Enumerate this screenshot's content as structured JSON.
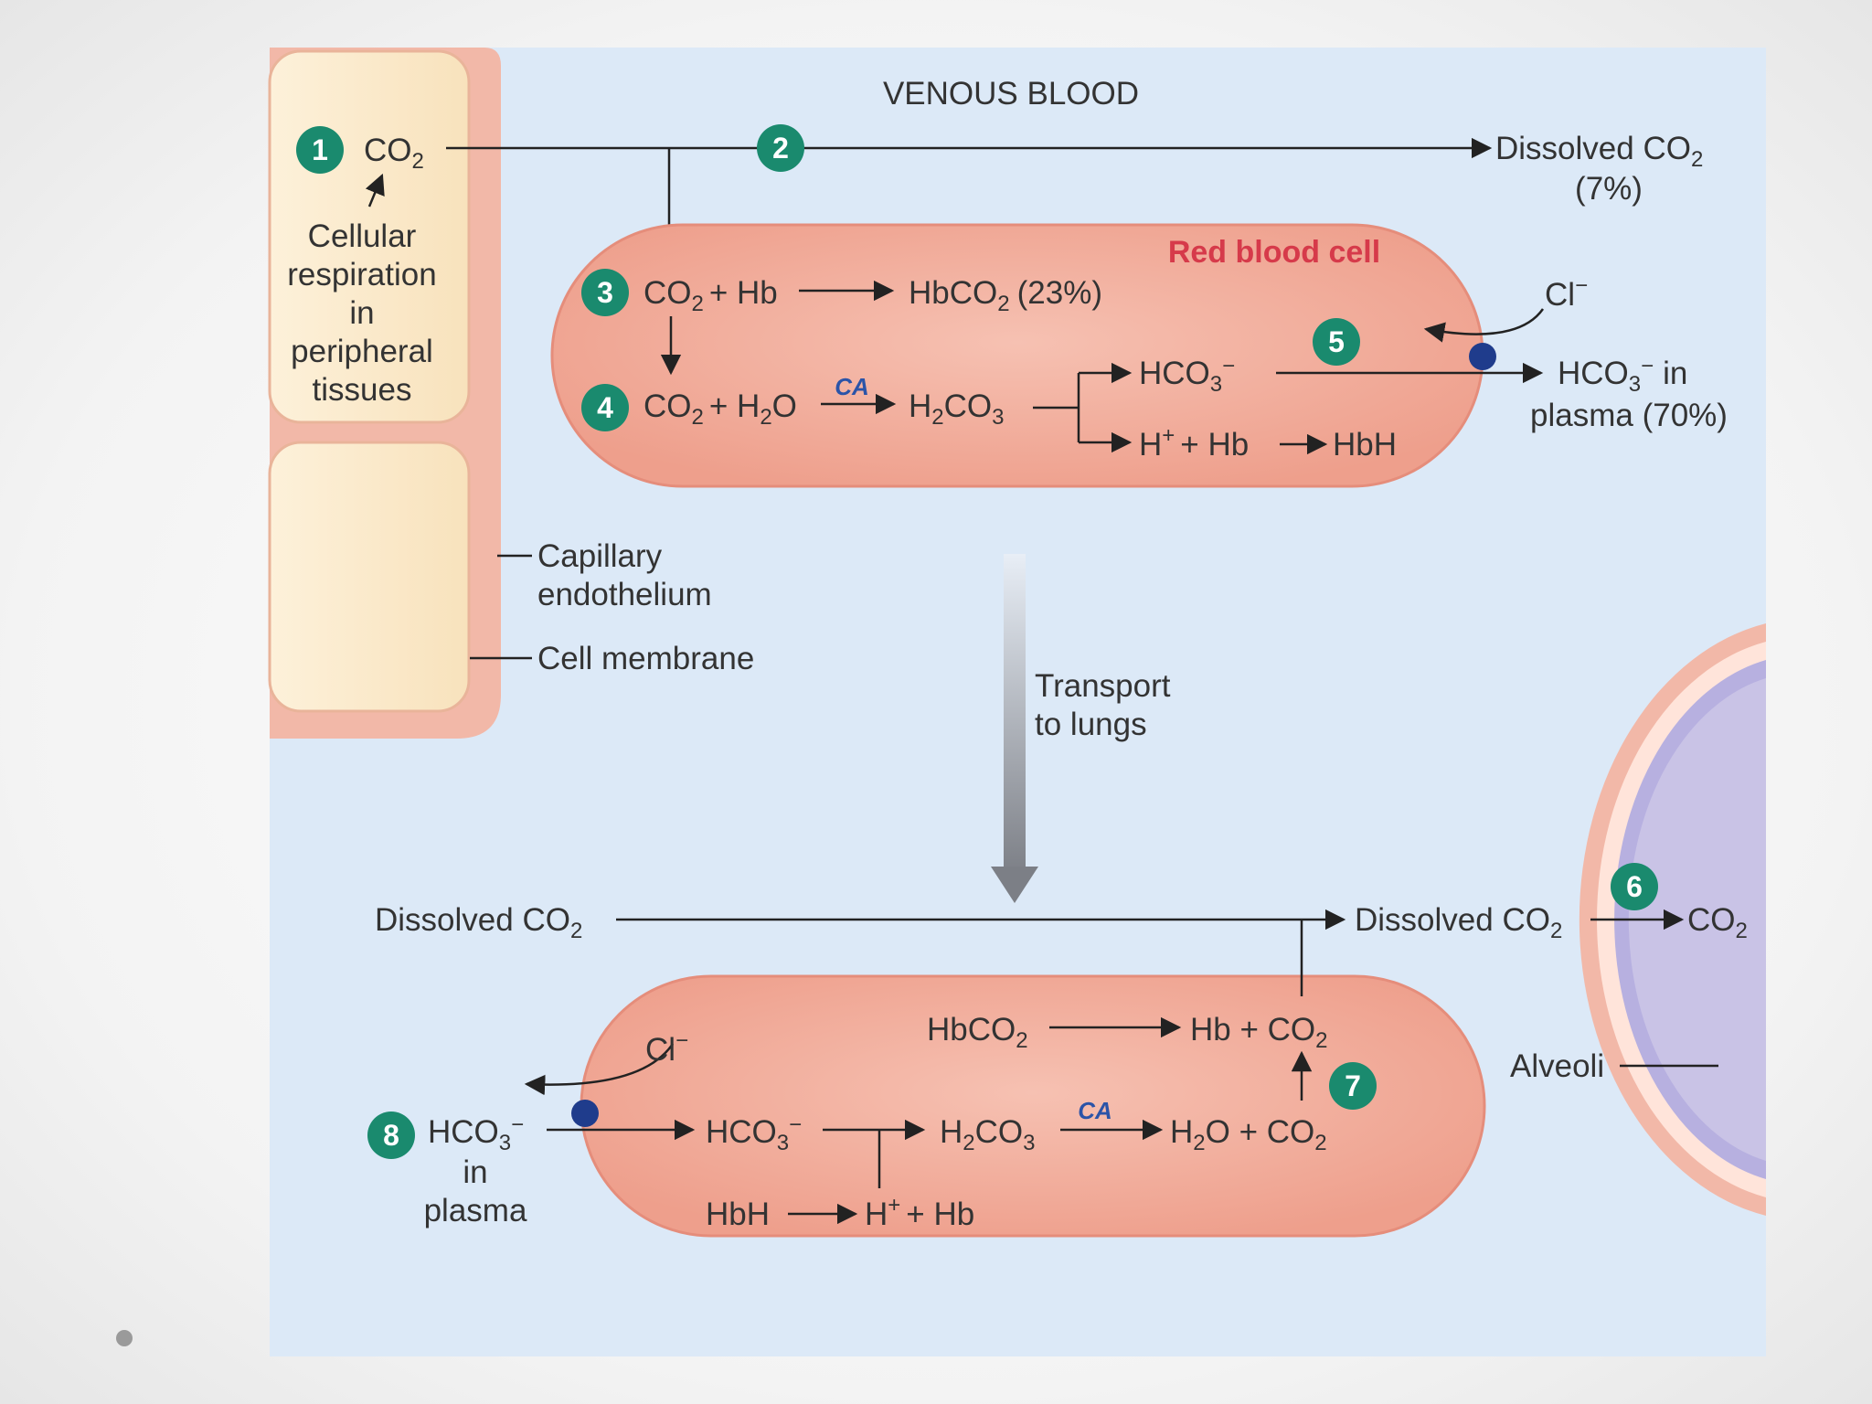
{
  "title": "VENOUS BLOOD",
  "steps": [
    "1",
    "2",
    "3",
    "4",
    "5",
    "6",
    "7",
    "8"
  ],
  "tissue": {
    "label_lines": [
      "Cellular",
      "respiration",
      "in",
      "peripheral",
      "tissues"
    ],
    "capillary_endothelium": [
      "Capillary",
      "endothelium"
    ],
    "cell_membrane": "Cell membrane"
  },
  "top": {
    "co2": "CO",
    "dissolved": "Dissolved CO",
    "dissolved_pct": "(7%)",
    "rbc_title": "Red blood cell",
    "r3_left": "CO",
    "r3_plus_hb": "+ Hb",
    "r3_product": "HbCO",
    "r3_pct": "(23%)",
    "r4_left": "CO",
    "r4_mid": "+ H",
    "r4_o": "O",
    "ca": "CA",
    "h2co3_h": "H",
    "h2co3_co": "CO",
    "hco3": "HCO",
    "h_hb": "H",
    "h_hb_rest": "+ Hb",
    "hbh": "HbH",
    "cl": "Cl",
    "hco3_plasma_1": "HCO",
    "hco3_plasma_in": "in",
    "hco3_plasma_2": "plasma (70%)"
  },
  "transport": [
    "Transport",
    "to lungs"
  ],
  "bottom": {
    "dissolved_left": "Dissolved CO",
    "dissolved_right": "Dissolved CO",
    "co2_out": "CO",
    "alveoli": "Alveoli",
    "hbco2": "HbCO",
    "hb_co2": "Hb + CO",
    "cl": "Cl",
    "hco3_in": "HCO",
    "hco3_in_in": "in",
    "hco3_in_plasma": "plasma",
    "hco3": "HCO",
    "h2co3_h": "H",
    "h2co3_co": "CO",
    "ca": "CA",
    "h2o_h": "H",
    "h2o_rest": "O + CO",
    "hbh": "HbH",
    "h_hb": "H",
    "h_hb_rest": "+ Hb"
  },
  "colors": {
    "panel": "#dce9f7",
    "tissue_fill": "#fbe9c8",
    "membrane": "#f2b8a8",
    "rbc_fill": "#f4b1a0",
    "badge": "#1a8a6e",
    "transporter": "#1f3c8c",
    "alveolus": "#c9c3e6"
  }
}
